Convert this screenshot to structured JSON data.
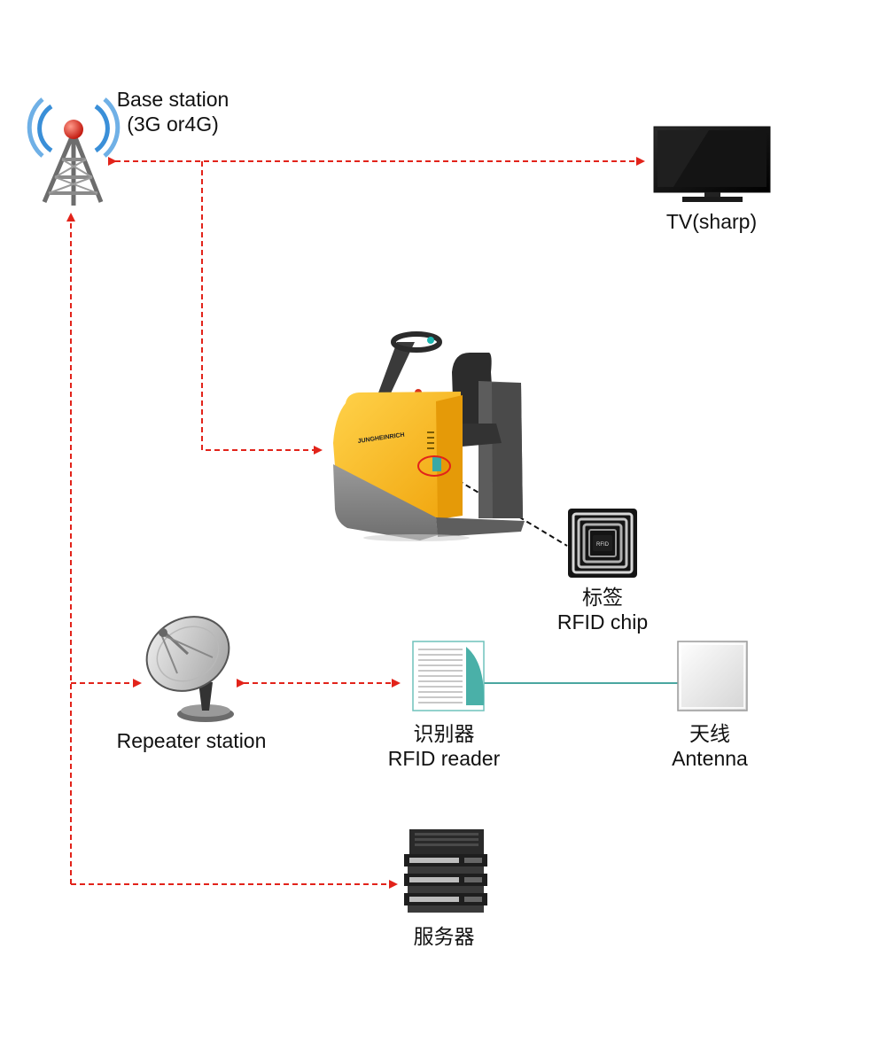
{
  "nodes": {
    "base_station": {
      "name": "Base station",
      "sub": "(3G or4G)"
    },
    "tv": {
      "name": "TV(sharp)"
    },
    "rfid_chip": {
      "name_cn": "标签",
      "name_en": "RFID chip",
      "chip_text": "RFID"
    },
    "forklift": {
      "brand": "JUNGHEINRICH"
    },
    "repeater": {
      "name": "Repeater station"
    },
    "rfid_reader": {
      "name_cn": "识别器",
      "name_en": "RFID reader"
    },
    "antenna": {
      "name_cn": "天线",
      "name_en": "Antenna"
    },
    "server": {
      "name_cn": "服务器"
    }
  },
  "colors": {
    "arrow": "#e2231a",
    "link": "#4aa6a0",
    "forklift_body": "#f5b21a",
    "forklift_base": "#8b8b8b"
  }
}
